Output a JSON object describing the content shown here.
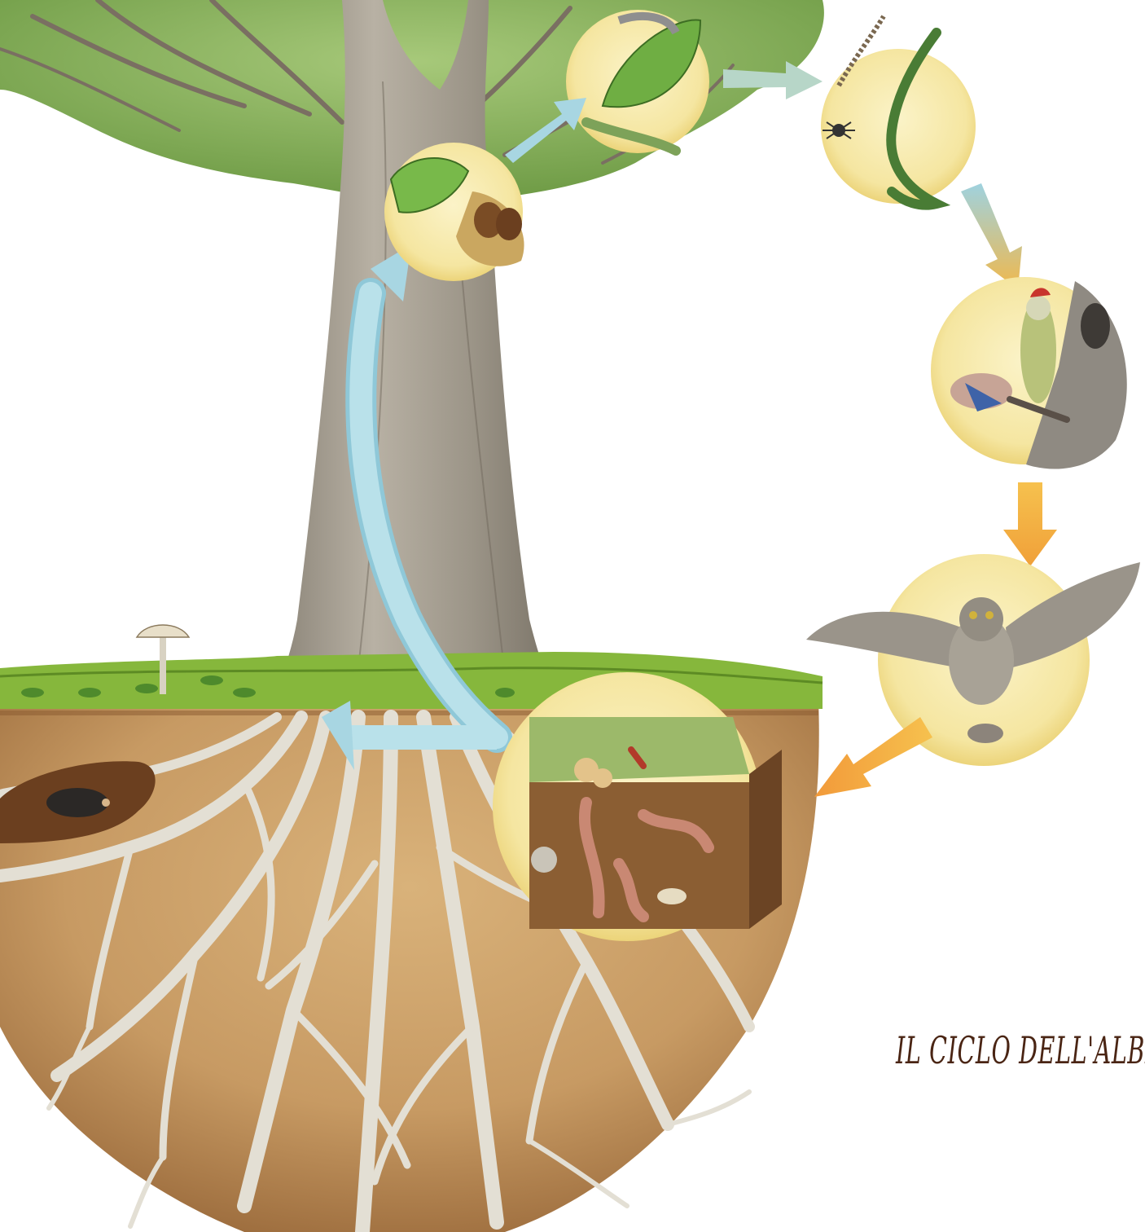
{
  "title": "Il ciclo dell'albero",
  "cycle": [
    {
      "stage": "seed-leaf"
    },
    {
      "stage": "leaf-caterpillar"
    },
    {
      "stage": "centipede-lizard-spider"
    },
    {
      "stage": "woodpecker-jay"
    },
    {
      "stage": "owl-mouse"
    },
    {
      "stage": "soil-decomposers"
    }
  ],
  "colors": {
    "canopy": "#7faa52",
    "trunk": "#a39c90",
    "soil": "#c7a06e",
    "root": "#e1ddd2",
    "bubble": "#f6e9a9",
    "arrow_blue": "#a8d6e2",
    "arrow_orange": "#f3b04c",
    "grass": "#86b73c",
    "title": "#4a2514"
  },
  "icons": [
    "mole-icon",
    "mushroom-icon",
    "chestnut-icon",
    "leaf-icon",
    "caterpillar-icon",
    "lizard-icon",
    "centipede-icon",
    "spider-icon",
    "woodpecker-icon",
    "jay-icon",
    "owl-icon",
    "mouse-icon",
    "earthworm-icon",
    "beetle-icon",
    "larva-icon"
  ]
}
